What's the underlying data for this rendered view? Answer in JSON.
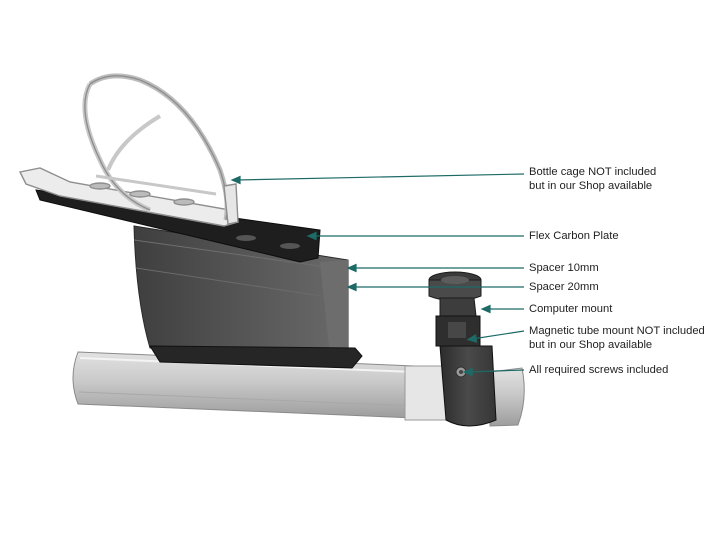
{
  "colors": {
    "leader": "#1d6a66",
    "tube_light": "#dcdcdc",
    "tube_mid": "#c4c4c4",
    "tube_dark": "#9a9a9a",
    "body_dark": "#4a4a4a",
    "body_mid": "#5c5c5c",
    "plate": "#1e1e1e",
    "cage": "#ececec",
    "cage_stroke": "#8e8e8e"
  },
  "labels": [
    {
      "lines": [
        "Bottle cage NOT included",
        "but in our Shop available"
      ]
    },
    {
      "lines": [
        "Flex Carbon Plate"
      ]
    },
    {
      "lines": [
        "Spacer 10mm"
      ]
    },
    {
      "lines": [
        "Spacer 20mm"
      ]
    },
    {
      "lines": [
        "Computer mount"
      ]
    },
    {
      "lines": [
        "Magnetic tube mount NOT included",
        "but in our Shop available"
      ]
    },
    {
      "lines": [
        "All required screws included"
      ]
    }
  ]
}
